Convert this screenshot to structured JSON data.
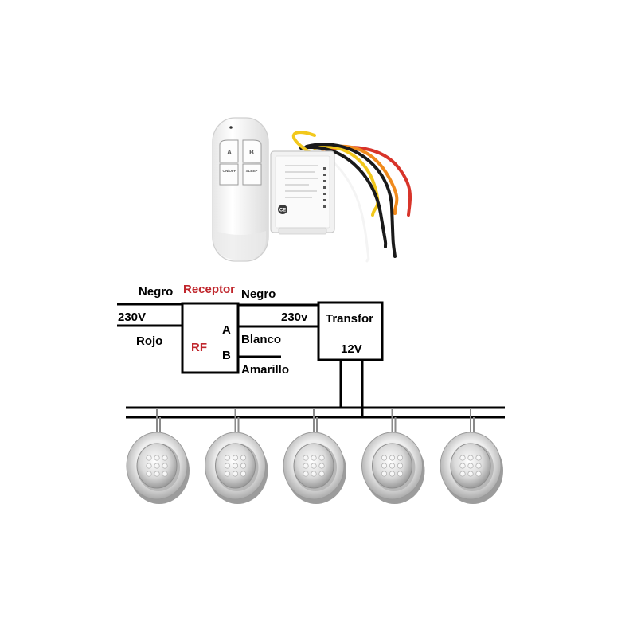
{
  "remote": {
    "buttons": [
      "A",
      "B",
      "ON/OFF",
      "SLEEP"
    ]
  },
  "receiver_module": {
    "badge": "CE"
  },
  "wiring": {
    "input_black": "Negro",
    "input_voltage": "230V",
    "input_red": "Rojo",
    "receiver_title": "Receptor",
    "receiver_label": "RF",
    "channel_a": "A",
    "channel_b": "B",
    "output_black": "Negro",
    "output_voltage": "230v",
    "output_white": "Blanco",
    "output_yellow": "Amarillo",
    "transformer_label": "Transfor",
    "transformer_voltage": "12V"
  },
  "lights": {
    "count": 5
  },
  "colors": {
    "line": "#000000",
    "receiver_text": "#c0262c",
    "wire_red": "#d8342a",
    "wire_orange": "#f08a1c",
    "wire_yellow": "#f2c81c",
    "wire_black": "#1a1a1a"
  }
}
